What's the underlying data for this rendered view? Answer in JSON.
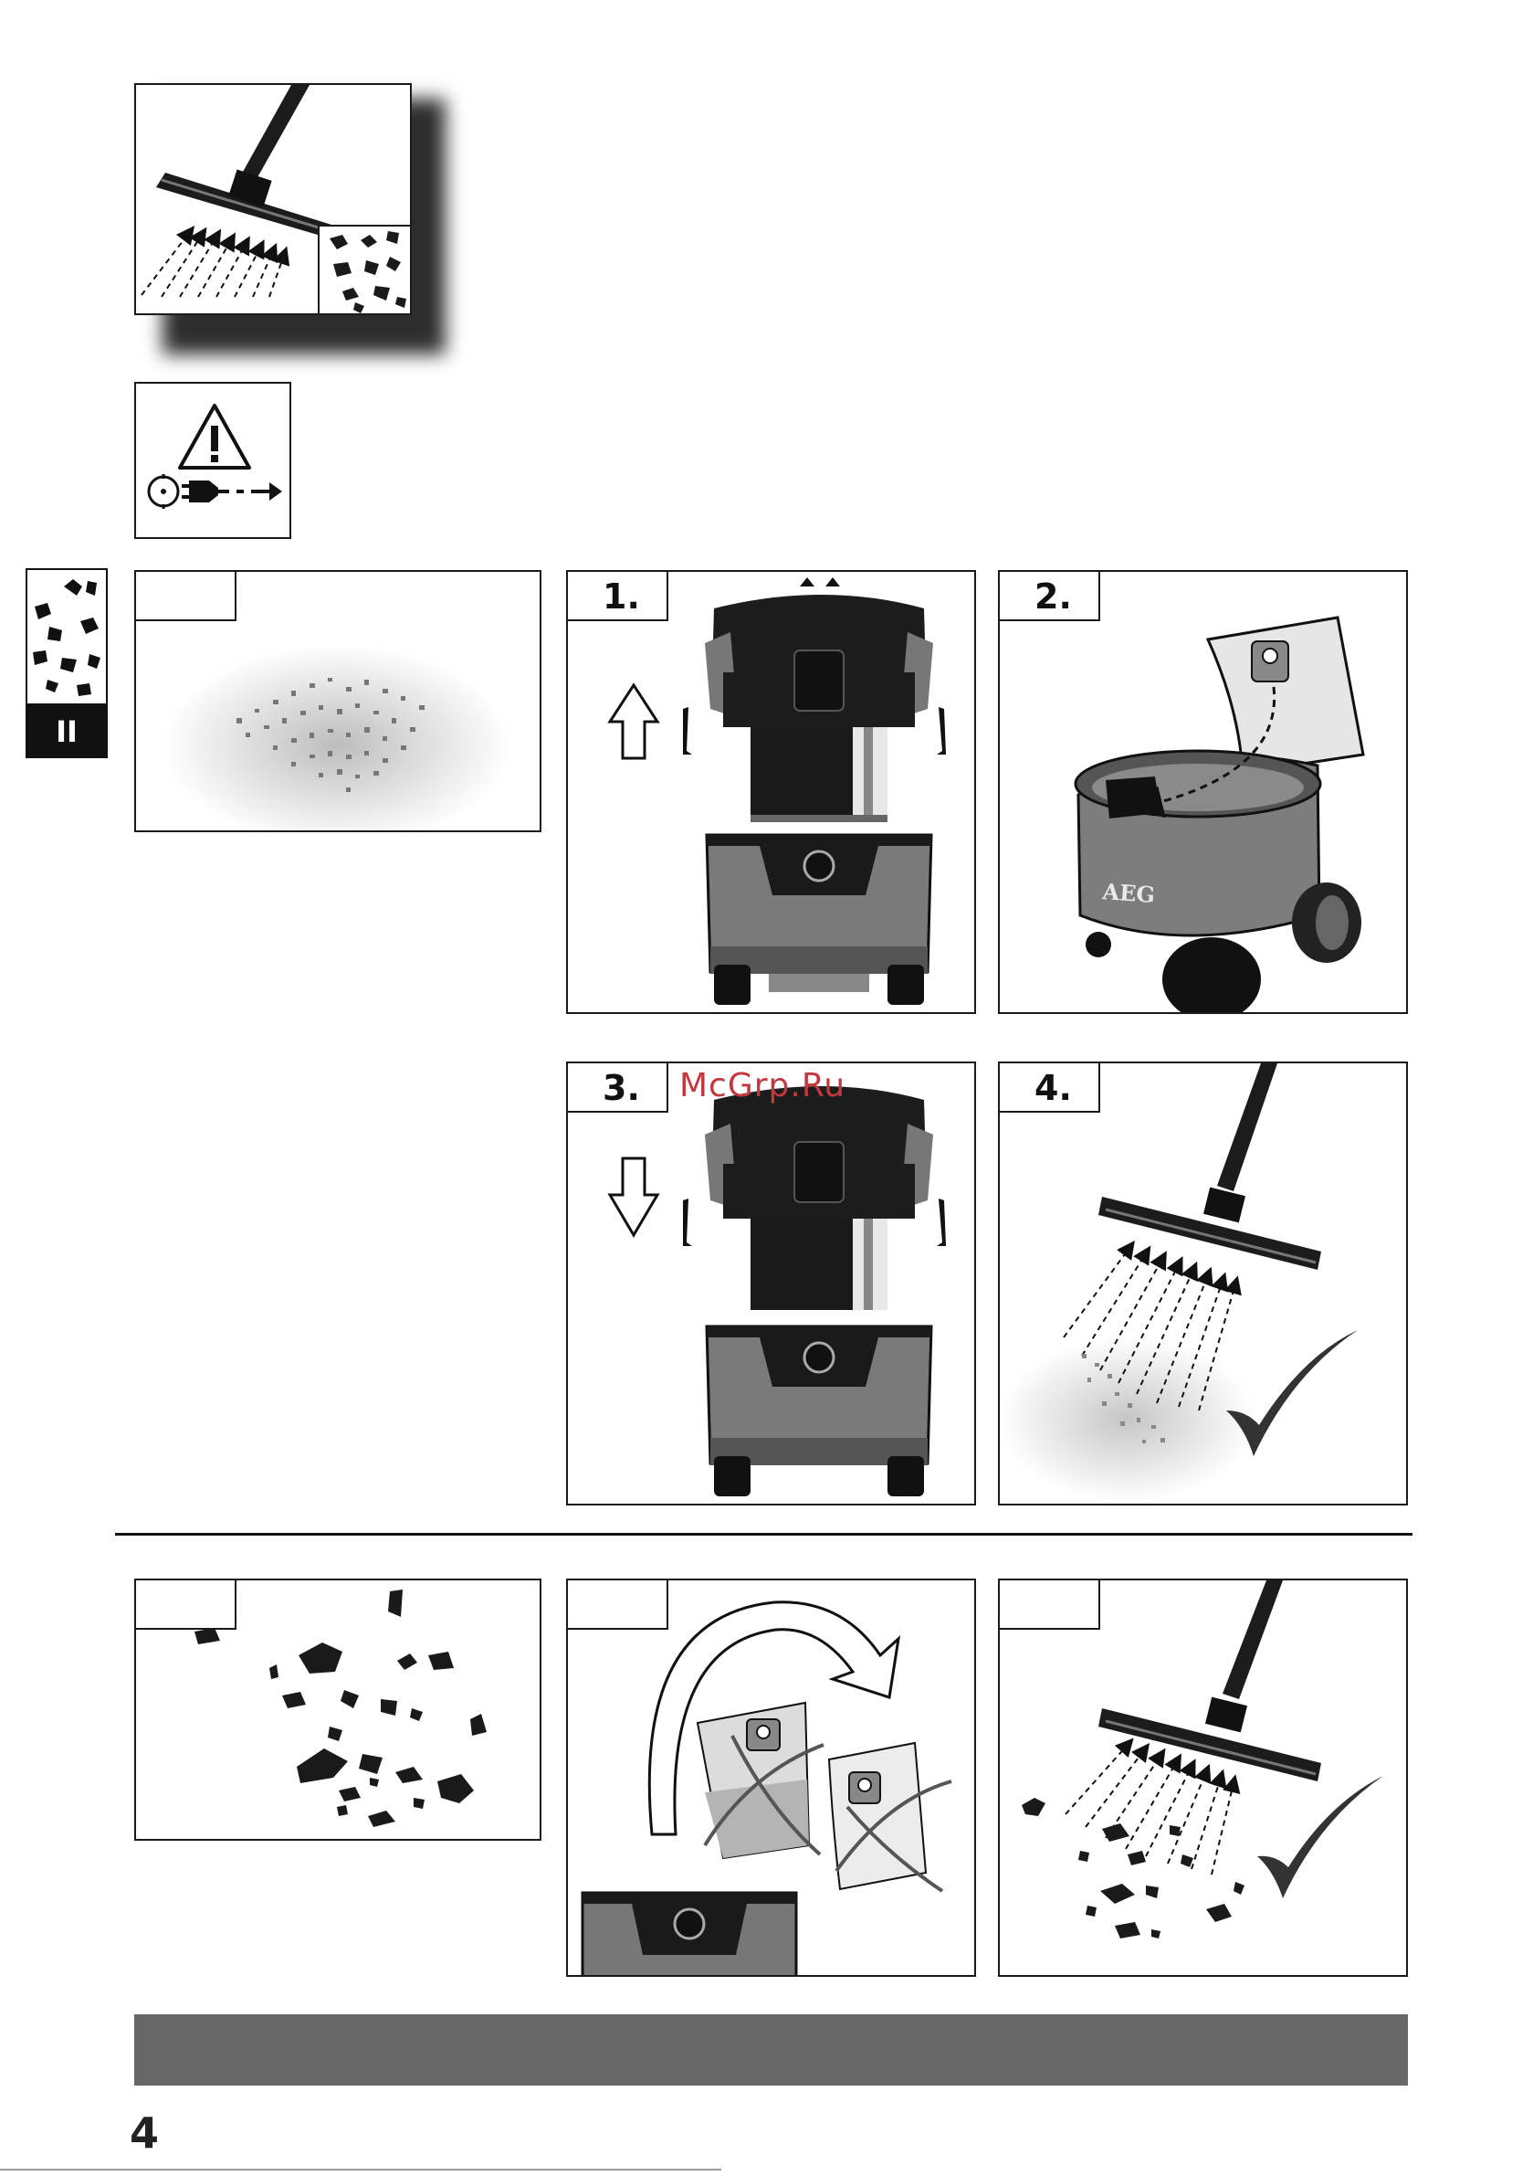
{
  "steps": {
    "step1": "1.",
    "step2": "2.",
    "step3": "3.",
    "step4": "4."
  },
  "side_tab": {
    "label": "II"
  },
  "watermark": "McGrp.Ru",
  "brand": "AEG",
  "page_number": "4",
  "colors": {
    "footer_bar": "#676767",
    "frame": "#1a1a1a",
    "watermark": "#c4373d"
  }
}
